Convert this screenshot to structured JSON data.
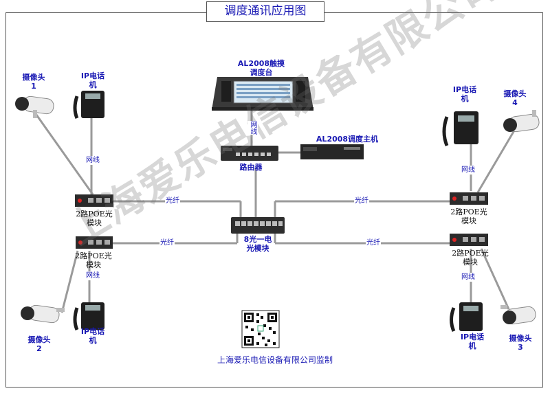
{
  "title": "调度通讯应用图",
  "watermark": "上海爱乐电信设备有限公司",
  "footer": "上海爱乐电信设备有限公司监制",
  "colors": {
    "label": "#1a1ab4",
    "line": "#999999",
    "device": "#2b2b2b"
  },
  "devices": {
    "console": {
      "line1": "AL2008触摸",
      "line2": "调度台"
    },
    "host": "AL2008调度主机",
    "router": "路由器",
    "switch": {
      "line1": "8光一电",
      "line2": "光模块"
    },
    "poe_tl": {
      "line1": "2路POE光",
      "line2": "模块"
    },
    "poe_bl": {
      "line1": "2路POE光",
      "line2": "模块"
    },
    "poe_tr": {
      "line1": "2路POE光",
      "line2": "模块"
    },
    "poe_br": {
      "line1": "2路POE光",
      "line2": "模块"
    },
    "cam1": {
      "line1": "摄像头",
      "line2": "1"
    },
    "cam2": {
      "line1": "摄像头",
      "line2": "2"
    },
    "cam3": {
      "line1": "摄像头",
      "line2": "3"
    },
    "cam4": {
      "line1": "摄像头",
      "line2": "4"
    },
    "phone_tl": {
      "line1": "IP电话",
      "line2": "机"
    },
    "phone_bl": {
      "line1": "IP电话",
      "line2": "机"
    },
    "phone_tr": {
      "line1": "IP电话",
      "line2": "机"
    },
    "phone_br": {
      "line1": "IP电话",
      "line2": "机"
    }
  },
  "links": {
    "network": "网线",
    "fiber": "光纤"
  }
}
